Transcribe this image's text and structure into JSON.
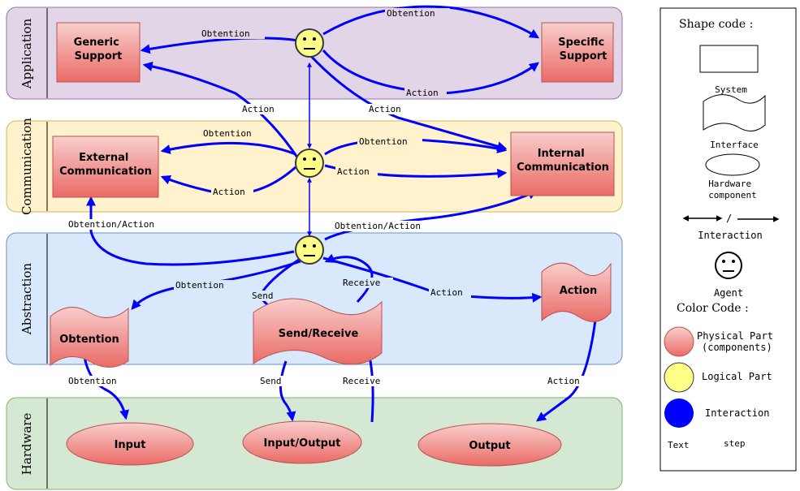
{
  "layers": {
    "application": "Application",
    "communication": "Communication",
    "abstraction": "Abstraction",
    "hardware": "Hardware"
  },
  "systems": {
    "generic_support": [
      "Generic",
      "Support"
    ],
    "specific_support": [
      "Specific",
      "Support"
    ],
    "external_communication": [
      "External",
      "Communication"
    ],
    "internal_communication": [
      "Internal",
      "Communication"
    ]
  },
  "interfaces": {
    "obtention": "Obtention",
    "send_receive": "Send/Receive",
    "action": "Action"
  },
  "hardware": {
    "input": "Input",
    "input_output": "Input/Output",
    "output": "Output"
  },
  "edge_labels": {
    "app_obtention_left": "Obtention",
    "app_obtention_top": "Obtention",
    "app_action_right": "Action",
    "app_action_down_left": "Action",
    "app_action_down_right": "Action",
    "comm_obtention_left": "Obtention",
    "comm_action_left": "Action",
    "comm_obtention_right": "Obtention",
    "comm_action_right": "Action",
    "obt_act_left": "Obtention/Action",
    "obt_act_right": "Obtention/Action",
    "abs_obtention": "Obtention",
    "abs_send": "Send",
    "abs_receive": "Receive",
    "abs_action": "Action",
    "hw_obtention": "Obtention",
    "hw_send": "Send",
    "hw_receive": "Receive",
    "hw_action": "Action"
  },
  "legend": {
    "shape_code_title": "Shape code :",
    "system": "System",
    "interface": "Interface",
    "hardware_component": [
      "Hardware",
      "component"
    ],
    "interaction_sep": "/",
    "interaction": "Interaction",
    "agent": "Agent",
    "color_code_title": "Color Code :",
    "physical_part": [
      "Physical Part",
      "(components)"
    ],
    "logical_part": "Logical Part",
    "interaction_color": "Interaction",
    "text": "Text",
    "step": "step"
  },
  "colors": {
    "application_band": "#e1d5e7",
    "communication_band": "#fff2cc",
    "abstraction_band": "#dae8fc",
    "hardware_band": "#d5e8d4",
    "physical_part": "#ea6b66",
    "logical_part": "#ffff88",
    "interaction": "#0000ff"
  }
}
